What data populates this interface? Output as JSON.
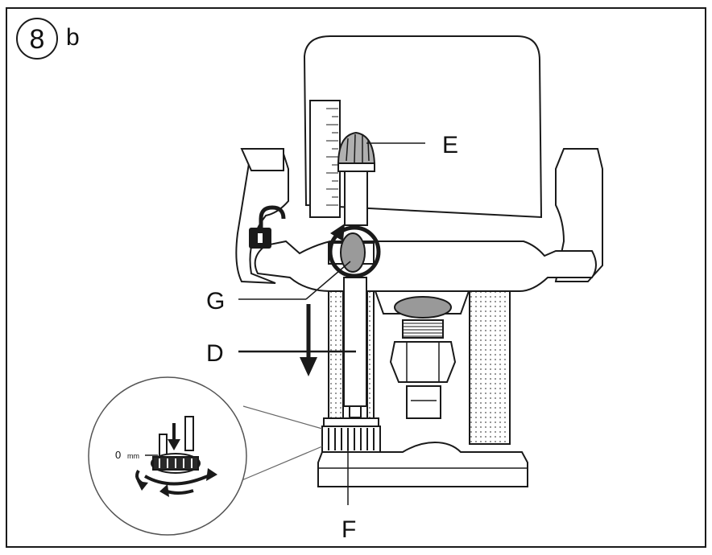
{
  "figure": {
    "number": "8",
    "suffix": "b"
  },
  "labels": {
    "E": "E",
    "G": "G",
    "D": "D",
    "F": "F"
  },
  "inset": {
    "zero_label": "0",
    "unit_label": "mm"
  },
  "icons": {
    "lock": "unlocked-padlock-icon",
    "rotate": "rotate-arrow-icon",
    "push": "down-arrow-icon"
  },
  "colors": {
    "line": "#1a1a1a",
    "fill_light": "#ffffff",
    "fill_grey": "#bdbdbd",
    "fill_dark": "#555555"
  }
}
